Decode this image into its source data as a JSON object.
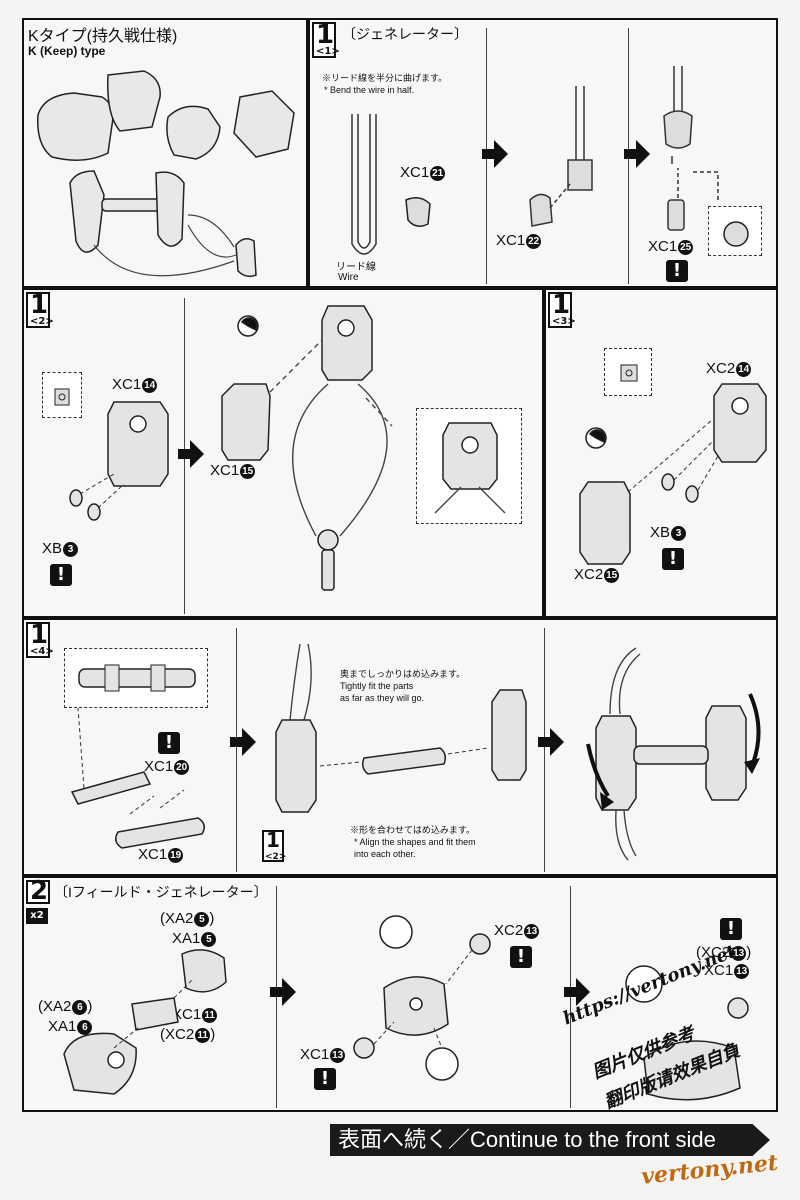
{
  "header_box": {
    "title_jp": "Kタイプ(持久戦仕様)",
    "title_en": "K (Keep) type"
  },
  "step1_1": {
    "number": "1",
    "sub": "<1>",
    "title": "〔ジェネレーター〕",
    "note_jp": "※リード線を半分に曲げます。",
    "note_en": "* Bend the wire in half.",
    "wire_jp": "リード線",
    "wire_en": "Wire",
    "parts": [
      {
        "code": "XC1",
        "num": "21"
      },
      {
        "code": "XC1",
        "num": "22"
      },
      {
        "code": "XC1",
        "num": "25"
      }
    ]
  },
  "step1_2": {
    "number": "1",
    "sub": "<2>",
    "parts": [
      {
        "code": "XC1",
        "num": "14"
      },
      {
        "code": "XC1",
        "num": "15"
      },
      {
        "code": "XB",
        "num": "3"
      }
    ]
  },
  "step1_3": {
    "number": "1",
    "sub": "<3>",
    "parts": [
      {
        "code": "XC2",
        "num": "14"
      },
      {
        "code": "XB",
        "num": "3"
      },
      {
        "code": "XC2",
        "num": "15"
      }
    ]
  },
  "step1_4": {
    "number": "1",
    "sub": "<4>",
    "ref_number": "1",
    "ref_sub": "<2>",
    "note1_jp": "奥までしっかりはめ込みます。",
    "note1_en_1": "Tightly fit the parts",
    "note1_en_2": "as far as they will go.",
    "note2_jp": "※形を合わせてはめ込みます。",
    "note2_en_1": "* Align the shapes and fit them",
    "note2_en_2": "into each other.",
    "parts": [
      {
        "code": "XC1",
        "num": "20"
      },
      {
        "code": "XC1",
        "num": "19"
      }
    ]
  },
  "step2": {
    "number": "2",
    "multiplier": "x2",
    "title": "〔Iフィールド・ジェネレーター〕",
    "parts_left": [
      {
        "code": "(XA2",
        "num": "5",
        "suffix": ")"
      },
      {
        "code": "XA1",
        "num": "5",
        "suffix": ""
      },
      {
        "code": "(XA2",
        "num": "6",
        "suffix": ")"
      },
      {
        "code": "XA1",
        "num": "6",
        "suffix": ""
      },
      {
        "code": "XC1",
        "num": "11",
        "suffix": ""
      },
      {
        "code": "(XC2",
        "num": "11",
        "suffix": ")"
      }
    ],
    "parts_mid": [
      {
        "code": "XC2",
        "num": "13"
      },
      {
        "code": "XC1",
        "num": "13"
      }
    ],
    "parts_right": [
      {
        "code": "(XC2",
        "num": "13",
        "suffix": ")"
      },
      {
        "code": "XC1",
        "num": "13",
        "suffix": ""
      }
    ]
  },
  "footer": {
    "continue_jp": "表面へ続く／",
    "continue_en": "Continue to the front side"
  },
  "watermarks": {
    "url": "https://vertony.net",
    "jp_line1": "图片仅供参考",
    "jp_line2": "翻印版请效果自負",
    "site": "vertony.net"
  }
}
